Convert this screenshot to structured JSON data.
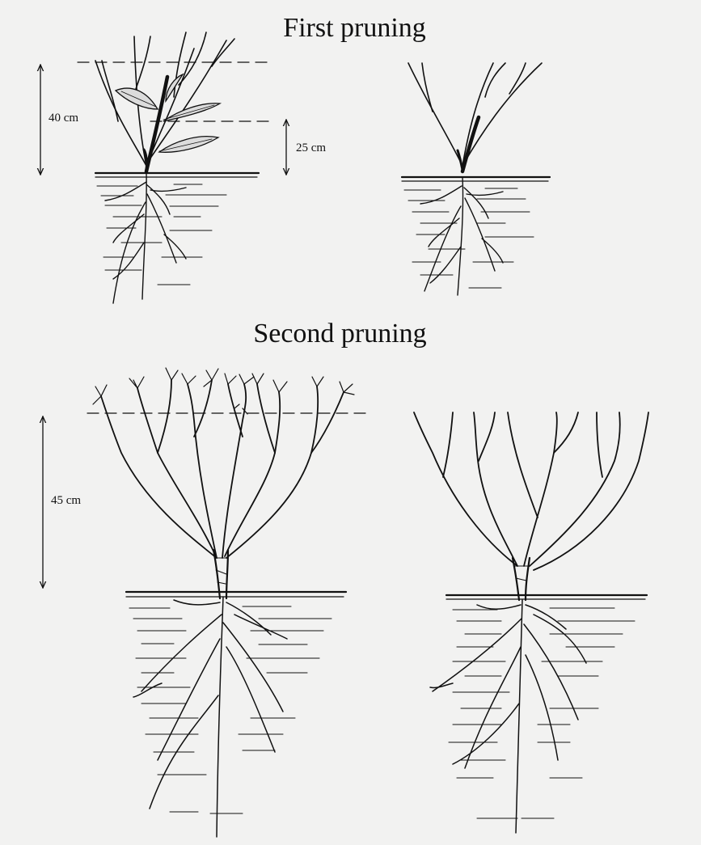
{
  "headings": {
    "first": "First pruning",
    "second": "Second pruning"
  },
  "dimensions": {
    "first_total": "40 cm",
    "first_cut": "25 cm",
    "second_cut": "45 cm"
  },
  "colors": {
    "background": "#f2f2f1",
    "ink": "#111111"
  }
}
